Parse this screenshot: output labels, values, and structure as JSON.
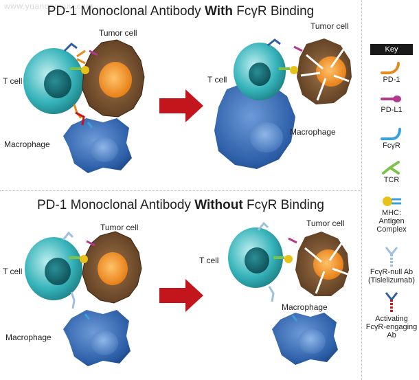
{
  "watermark": "www.yuanqoouuu.com",
  "panels": [
    {
      "title_pre": "PD-1 Monoclonal Antibody ",
      "title_bold": "With",
      "title_post": " FcγR Binding",
      "labels": {
        "tumor_before": "Tumor cell",
        "tcell_before": "T cell",
        "macro_before": "Macrophage",
        "tumor_after": "Tumor cell",
        "tcell_after": "T cell",
        "macro_after": "Macrophage"
      }
    },
    {
      "title_pre": "PD-1 Monoclonal Antibody ",
      "title_bold": "Without",
      "title_post": " FcγR Binding",
      "labels": {
        "tumor_before": "Tumor cell",
        "tcell_before": "T cell",
        "macro_before": "Macrophage",
        "tumor_after": "Tumor cell",
        "tcell_after": "T cell",
        "macro_after": "Macrophage"
      }
    }
  ],
  "key": {
    "title": "Key",
    "items": [
      {
        "icon": "pd1-icon",
        "label": "PD-1"
      },
      {
        "icon": "pdl1-icon",
        "label": "PD-L1"
      },
      {
        "icon": "fcgr-icon",
        "label": "FcγR"
      },
      {
        "icon": "tcr-icon",
        "label": "TCR"
      },
      {
        "icon": "mhc-antigen-complex-icon",
        "label_lines": [
          "MHC:",
          "Antigen",
          "Complex"
        ]
      },
      {
        "icon": "fcgr-null-antibody-icon",
        "label_lines": [
          "FcγR-null Ab",
          "(Tislelizumab)"
        ]
      },
      {
        "icon": "activating-antibody-icon",
        "label_lines": [
          "Activating",
          "FcγR-engaging",
          "Ab"
        ]
      }
    ]
  },
  "colors": {
    "pd1": "#e58a1f",
    "pdl1": "#b03a8e",
    "fcgr": "#3aa0d8",
    "tcr": "#7cc24a",
    "mhc": "#e8c21a",
    "arrow": "#c2161c",
    "tcell": "#2fb3b8",
    "tumor": "#6e4a2a",
    "tumor_core": "#f08a1e",
    "macrophage": "#2d5fa8"
  }
}
